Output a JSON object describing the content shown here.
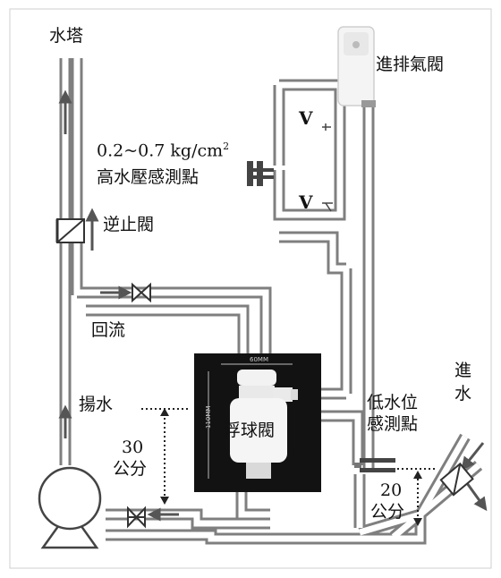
{
  "labels": {
    "tower": "水塔",
    "vent_valve": "進排氣閥",
    "pressure_range": "0.2~0.7 kg/cm",
    "pressure_sup": "2",
    "high_pressure_point": "高水壓感測點",
    "check_valve": "逆止閥",
    "return_flow": "回流",
    "pumping": "揚水",
    "float_valve": "浮球閥",
    "low_level_point_1": "低水位",
    "low_level_point_2": "感測點",
    "inlet_1": "進",
    "inlet_2": "水",
    "dist_30": "30",
    "dist_30_unit": "公分",
    "dist_20": "20",
    "dist_20_unit": "公分",
    "v_upper": "V",
    "v_lower": "V",
    "photo_width": "60MM",
    "photo_height": "110MM"
  },
  "colors": {
    "pipe_outline": "#7f7f7f",
    "pipe_fill": "#ffffff",
    "arrow": "#555555",
    "photo_bg": "#121212"
  }
}
